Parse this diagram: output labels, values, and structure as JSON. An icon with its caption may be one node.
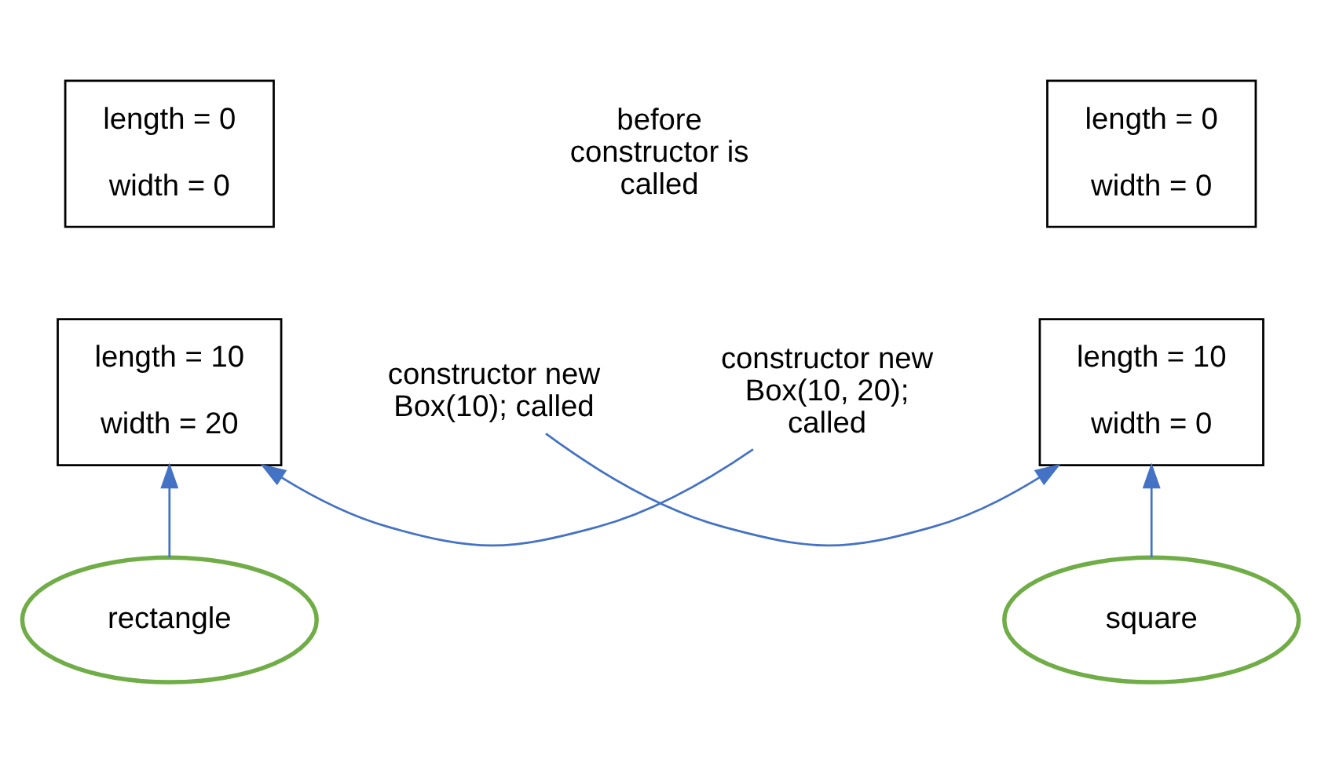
{
  "diagram": {
    "nodes": [
      {
        "text": [
          "length = 0",
          "width = 0"
        ]
      },
      {
        "text": [
          "length = 0",
          "width = 0"
        ]
      },
      {
        "text": [
          "length = 10",
          "width = 20"
        ]
      },
      {
        "text": [
          "length = 10",
          "width = 0"
        ]
      },
      {
        "text": [
          "constructor new Box(10, 20); called"
        ]
      },
      {
        "text": [
          "rectangle"
        ]
      },
      {
        "text": [
          "square"
        ]
      },
      {
        "text": [
          "constructor new Box(10); called"
        ]
      }
    ],
    "edges": [
      {
        "from": 4,
        "to": 2,
        "arrow": "to"
      },
      {
        "from": 5,
        "to": 2,
        "arrow": "to"
      },
      {
        "from": 6,
        "to": 3,
        "arrow": "to"
      },
      {
        "from": 7,
        "to": 3,
        "arrow": "to"
      }
    ],
    "labels": [
      "before constructor is called"
    ]
  }
}
